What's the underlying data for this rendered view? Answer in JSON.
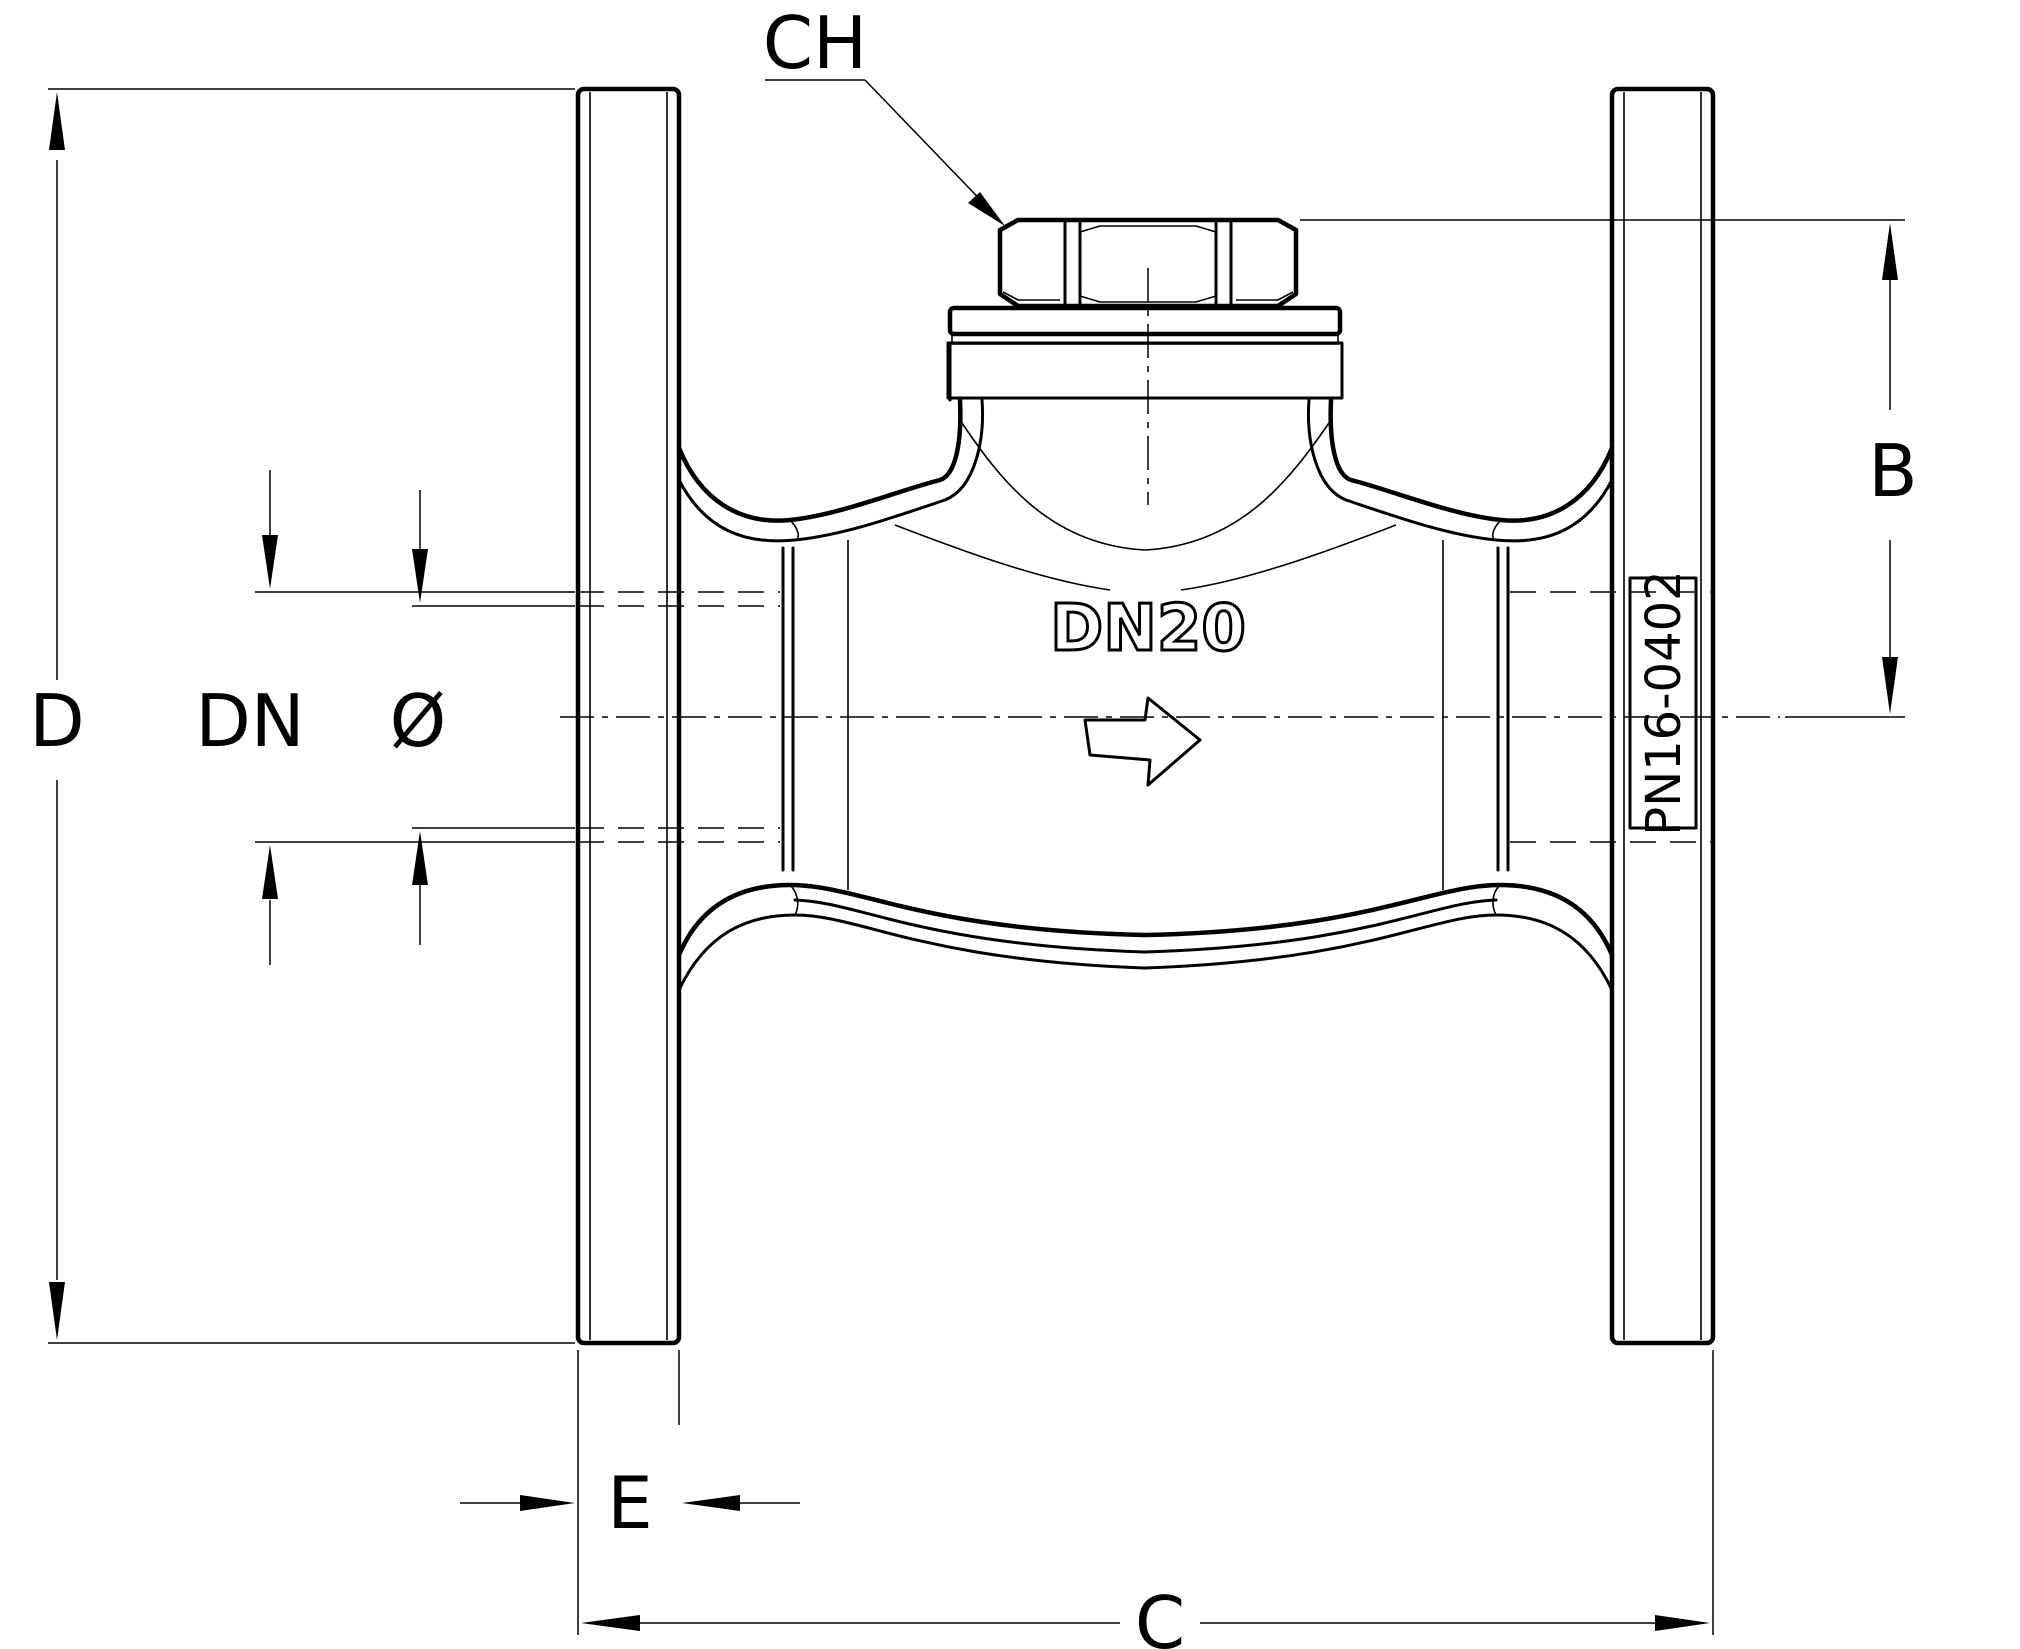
{
  "labels": {
    "ch": "CH",
    "b": "B",
    "d": "D",
    "dn": "DN",
    "dia": "Ø",
    "e": "E",
    "c": "C"
  },
  "markings": {
    "size": "DN20",
    "pressure_plate": "PN16-0402"
  },
  "icons": {
    "flow_direction": "flow-arrow-icon"
  },
  "colors": {
    "line": "#000000",
    "background": "#ffffff"
  }
}
